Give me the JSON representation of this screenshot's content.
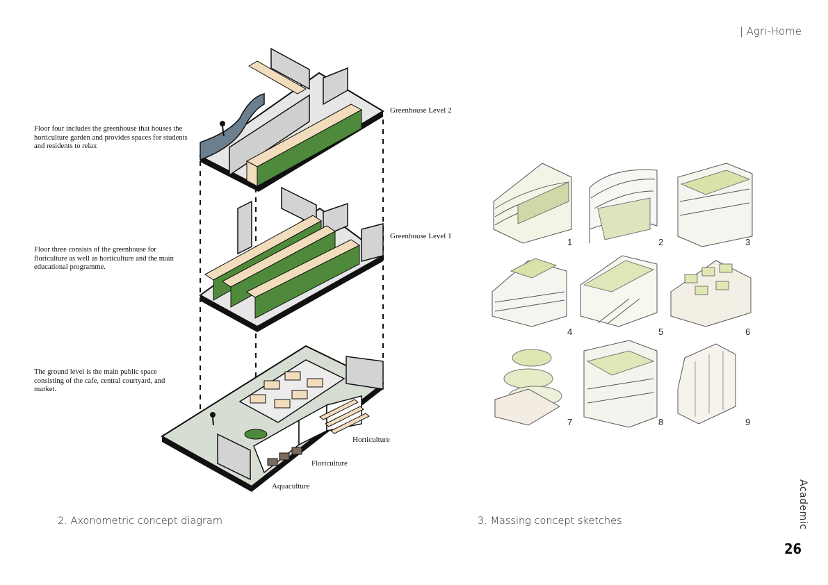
{
  "header": {
    "section_title": "| Agri-Home"
  },
  "sidebar": {
    "label": "Academic",
    "page_number": "26"
  },
  "diagram": {
    "notes": [
      "Floor four includes the greenhouse that houses the horticulture garden and provides spaces for students and residents to relax",
      "Floor three consists of the greenhouse for floriculture as well as horticulture and the main educational programme.",
      "The ground level is the main public space consisting of the cafe, central courtyard, and market."
    ],
    "level_labels": [
      "Greenhouse Level 2",
      "Greenhouse Level 1"
    ],
    "zone_labels": [
      "Horticulture",
      "Floriculture",
      "Aquaculture"
    ],
    "caption": "2. Axonometric concept diagram"
  },
  "sketches": {
    "numbers": [
      "1",
      "2",
      "3",
      "4",
      "5",
      "6",
      "7",
      "8",
      "9"
    ],
    "caption": "3. Massing concept sketches"
  },
  "colors": {
    "slab": "#e6e6e6",
    "wall": "#c9c9c9",
    "planter_green": "#4f8a3c",
    "planter_wood": "#f1dcbc",
    "path_blue": "#6c7f8f",
    "ground_green": "#d6ddd3"
  }
}
